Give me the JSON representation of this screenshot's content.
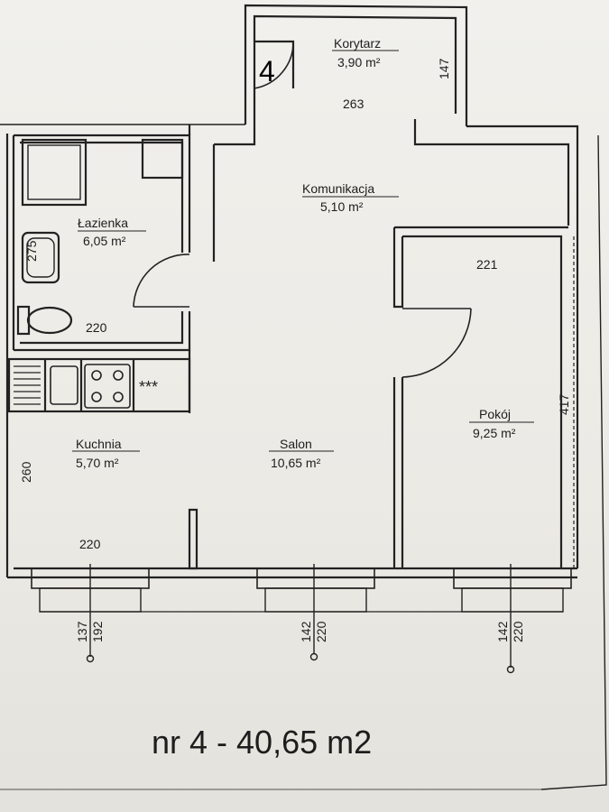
{
  "unit_number": "4",
  "title": "nr 4 - 40,65 m2",
  "rooms": {
    "korytarz": {
      "name": "Korytarz",
      "area": "3,90 m²"
    },
    "komunikacja": {
      "name": "Komunikacja",
      "area": "5,10 m²"
    },
    "lazienka": {
      "name": "Łazienka",
      "area": "6,05 m²"
    },
    "kuchnia": {
      "name": "Kuchnia",
      "area": "5,70 m²"
    },
    "salon": {
      "name": "Salon",
      "area": "10,65 m²"
    },
    "pokoj": {
      "name": "Pokój",
      "area": "9,25 m²"
    }
  },
  "dimensions": {
    "korytarz_width": "263",
    "korytarz_depth": "147",
    "lazienka_width": "220",
    "lazienka_depth": "275",
    "pokoj_width": "221",
    "pokoj_length": "417",
    "kuchnia_depth": "260",
    "kuchnia_width": "220",
    "window1_a": "137",
    "window1_b": "192",
    "window2_a": "142",
    "window2_b": "220",
    "window3_a": "142",
    "window3_b": "220"
  },
  "stove_marks": "***"
}
